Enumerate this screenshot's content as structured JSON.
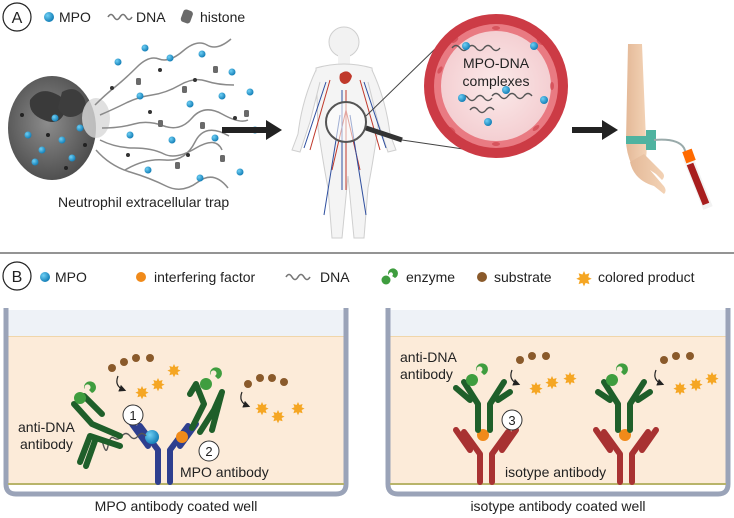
{
  "panel_a": {
    "badge": "A",
    "legend": {
      "mpo": "MPO",
      "dna": "DNA",
      "histone": "histone"
    },
    "net_caption": "Neutrophil extracellular trap",
    "complex_label_line1": "MPO-DNA",
    "complex_label_line2": "complexes"
  },
  "panel_b": {
    "badge": "B",
    "legend": {
      "mpo": "MPO",
      "interfering": "interfering factor",
      "dna": "DNA",
      "enzyme": "enzyme",
      "substrate": "substrate",
      "product": "colored product"
    },
    "left_well": {
      "anti_dna_line1": "anti-DNA",
      "anti_dna_line2": "antibody",
      "mpo_antibody": "MPO antibody",
      "marker1": "1",
      "marker2": "2",
      "caption": "MPO antibody coated well"
    },
    "right_well": {
      "anti_dna_line1": "anti-DNA",
      "anti_dna_line2": "antibody",
      "isotype_antibody": "isotype antibody",
      "marker3": "3",
      "caption": "isotype antibody coated well"
    }
  },
  "colors": {
    "mpo": "#1f9fd4",
    "interfering": "#f08a1a",
    "enzyme": "#3f9d3f",
    "substrate": "#8a5a2b",
    "product": "#f5a623",
    "antidna_antibody": "#1f5f2a",
    "mpo_antibody": "#2e3f8f",
    "isotype_antibody": "#a83232",
    "vessel": "#cc3b45",
    "well_fill": "#fcebd9"
  }
}
